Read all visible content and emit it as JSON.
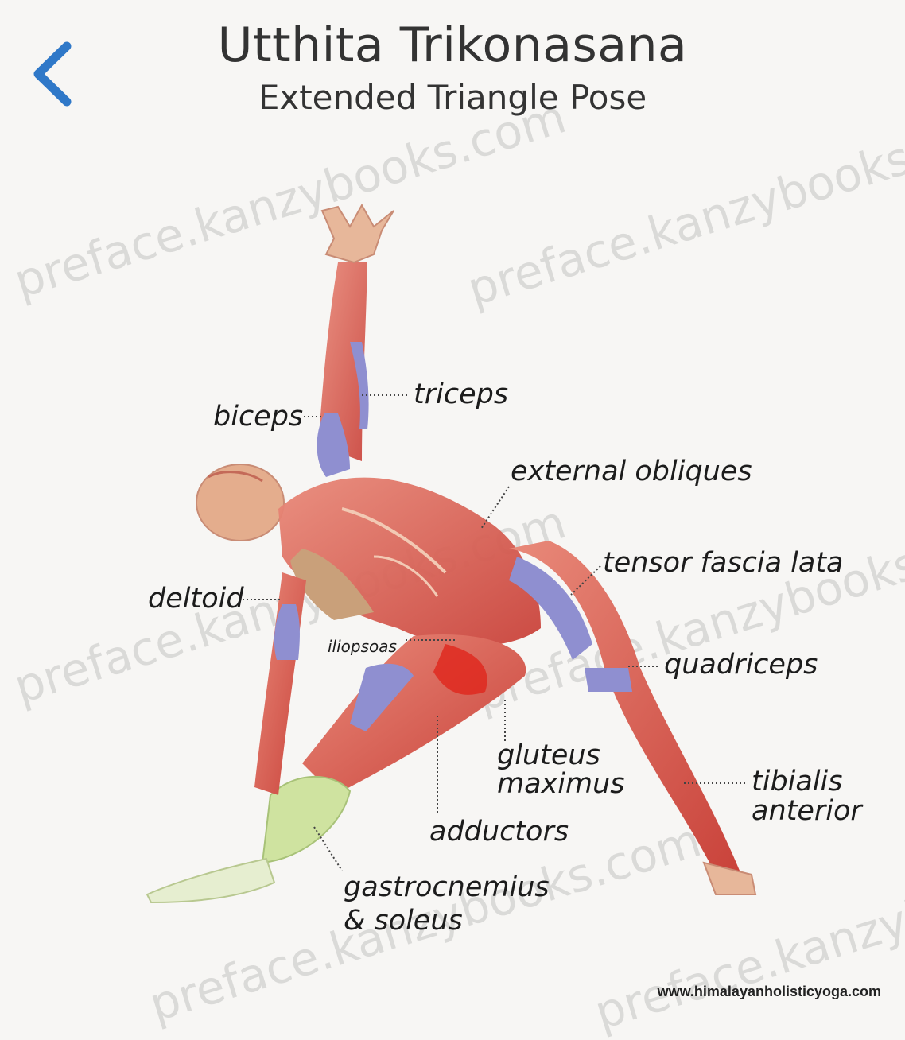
{
  "header": {
    "title": "Utthita Trikonasana",
    "subtitle": "Extended Triangle Pose",
    "back_icon": "chevron-left-icon"
  },
  "labels": {
    "triceps": "triceps",
    "biceps": "biceps",
    "external_obliques": "external obliques",
    "tensor_fascia_lata": "tensor fascia lata",
    "deltoid": "deltoid",
    "iliopsoas": "iliopsoas",
    "quadriceps": "quadriceps",
    "gluteus_maximus_1": "gluteus",
    "gluteus_maximus_2": "maximus",
    "tibialis_anterior_1": "tibialis",
    "tibialis_anterior_2": "anterior",
    "adductors": "adductors",
    "gastrocnemius_1": "gastrocnemius",
    "gastrocnemius_2": "& soleus"
  },
  "credit": "www.himalayanholisticyoga.com",
  "watermark": "preface.kanzybooks.com",
  "colors": {
    "accent": "#2f78c8",
    "muscle_red": "#d9574e",
    "muscle_blue": "#8f8fd0",
    "muscle_green": "#cfe3a0",
    "skin": "#e7b79a"
  }
}
